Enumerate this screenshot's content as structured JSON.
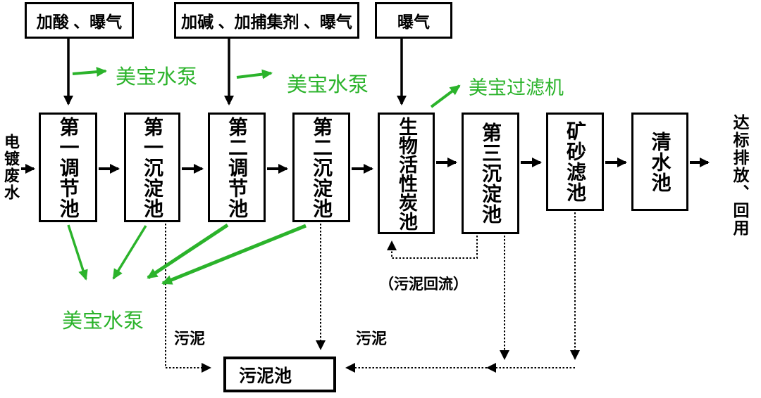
{
  "colors": {
    "accent_green": "#2bb32b",
    "line_black": "#000000",
    "background": "#ffffff"
  },
  "reagent_boxes": [
    {
      "label": "加酸 、曝气"
    },
    {
      "label": "加碱 、加捕集剂 、曝气"
    },
    {
      "label": "曝气"
    }
  ],
  "process_boxes": [
    {
      "label": "第一调节池"
    },
    {
      "label": "第一沉淀池"
    },
    {
      "label": "第二调节池"
    },
    {
      "label": "第二沉淀池"
    },
    {
      "label": "生物活性炭池"
    },
    {
      "label": "第三沉淀池"
    },
    {
      "label": "矿砂滤池"
    },
    {
      "label": "清水池"
    }
  ],
  "io_labels": {
    "inlet": "电镀废水",
    "outlet": "达标排放、回用"
  },
  "equipment_labels": {
    "pump_top_left": "美宝水泵",
    "pump_top_mid": "美宝水泵",
    "filter_annotation": "美宝过滤机",
    "pump_bottom": "美宝水泵"
  },
  "sludge": {
    "tank": "污泥池",
    "label_left": "污泥",
    "label_right": "污泥",
    "reflux_note": "（污泥回流）"
  }
}
